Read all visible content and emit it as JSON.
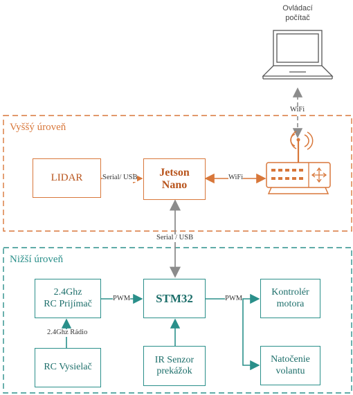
{
  "computer": {
    "label_line1": "Ovládací",
    "label_line2": "počítač"
  },
  "zones": {
    "upper": {
      "title": "Vyššý úroveň",
      "color": "#d8773a"
    },
    "lower": {
      "title": "Nižší úroveň",
      "color": "#2a8f8a"
    }
  },
  "nodes": {
    "lidar": "LIDAR",
    "jetson_line1": "Jetson",
    "jetson_line2": "Nano",
    "stm32": "STM32",
    "rc_receiver_line1": "2.4Ghz",
    "rc_receiver_line2": "RC Prijímač",
    "rc_transmitter": "RC Vysielač",
    "ir_line1": "IR Senzor",
    "ir_line2": "prekážok",
    "motor_line1": "Kontrolér",
    "motor_line2": "motora",
    "steering_line1": "Natočenie",
    "steering_line2": "volantu"
  },
  "edges": {
    "wifi_computer": "WiFi",
    "lidar_jetson": "Serial/ USB",
    "jetson_router": "WiFi",
    "jetson_stm32": "Serial / USB",
    "rc_stm32": "PWM",
    "stm32_out": "PWM",
    "rc_radio": "2.4Ghz Rádio"
  },
  "colors": {
    "orange": "#d8773a",
    "teal": "#2a8f8a",
    "arrow": "#8c8c8c"
  },
  "icons": [
    "laptop-icon",
    "wifi-router-icon"
  ]
}
